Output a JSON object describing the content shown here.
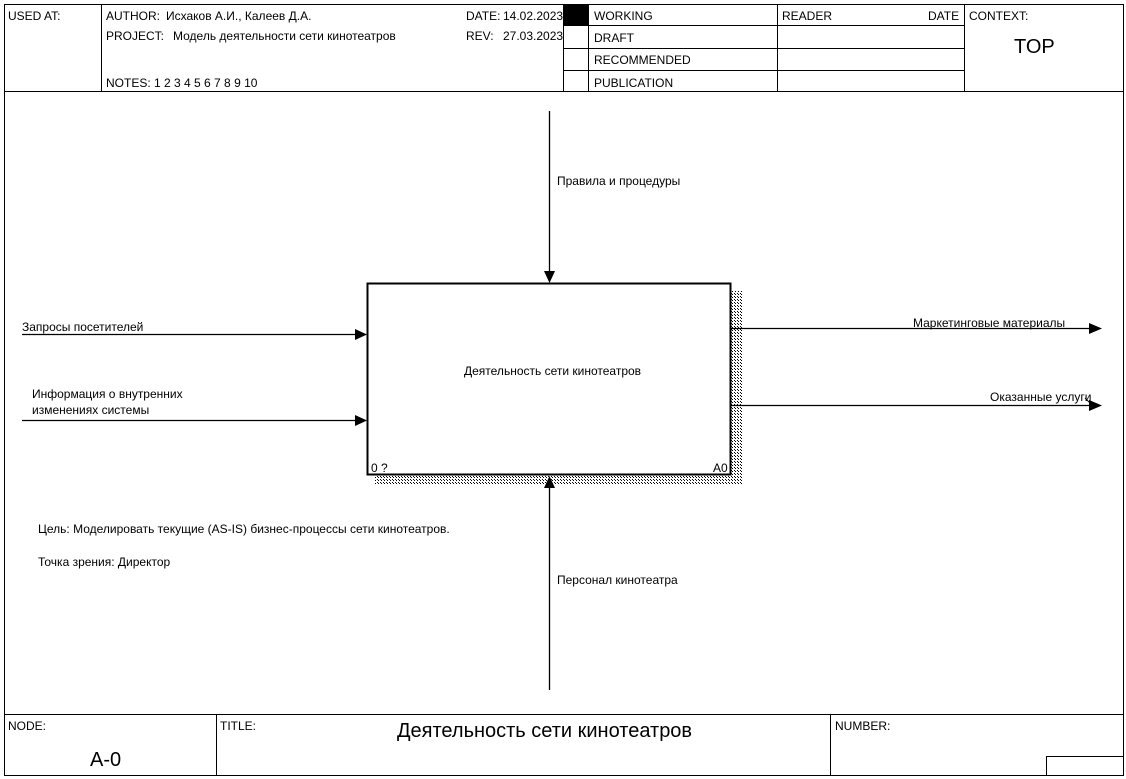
{
  "header": {
    "used_at_label": "USED AT:",
    "author_label": "AUTHOR:",
    "author_value": "Исхаков А.И., Калеев Д.А.",
    "project_label": "PROJECT:",
    "project_value": "Модель деятельности сети кинотеатров",
    "notes": "NOTES:  1  2  3  4  5  6  7  8  9  10",
    "date_label": "DATE:",
    "date_value": "14.02.2023",
    "rev_label": "REV:",
    "rev_value": "27.03.2023",
    "statuses": [
      "WORKING",
      "DRAFT",
      "RECOMMENDED",
      "PUBLICATION"
    ],
    "reader_label": "READER",
    "reader_date_label": "DATE",
    "context_label": "CONTEXT:",
    "context_value": "TOP"
  },
  "diagram": {
    "activity": {
      "name": "Деятельность сети кинотеатров",
      "cost": "0 ?",
      "node_number": "A0"
    },
    "arrows": {
      "control": "Правила и процедуры",
      "input_1": "Запросы посетителей",
      "input_2_line1": "Информация о внутренних",
      "input_2_line2": "изменениях системы",
      "output_1": "Маркетинговые материалы",
      "output_2": "Оказанные услуги",
      "mechanism": "Персонал кинотеатра"
    },
    "purpose": "Цель: Моделировать текущие (AS-IS) бизнес-процессы сети кинотеатров.",
    "viewpoint": "Точка зрения: Директор"
  },
  "footer": {
    "node_label": "NODE:",
    "node_value": "A-0",
    "title_label": "TITLE:",
    "title_value": "Деятельность сети кинотеатров",
    "number_label": "NUMBER:"
  }
}
